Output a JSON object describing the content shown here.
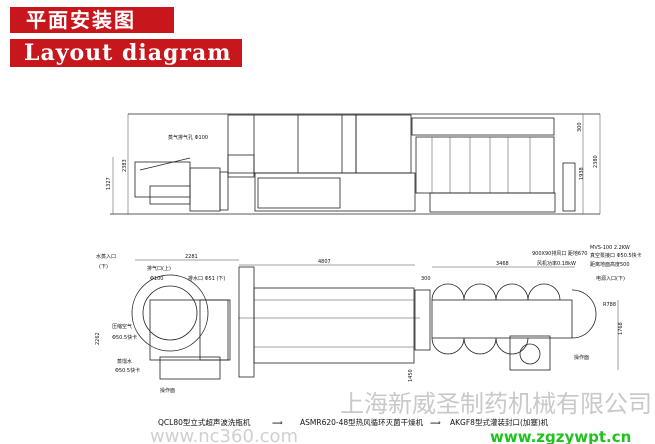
{
  "header": {
    "title_cn": "平面安装图",
    "title_en": "Layout diagram",
    "banner_color": "#c8161d"
  },
  "elevation": {
    "dims": {
      "h_total": "2383",
      "h_low": "1327",
      "top_gap": "300",
      "h_right": "2380",
      "h_panel": "1938"
    },
    "labels": {
      "steam_exhaust": "蒸气排气孔 Φ100"
    }
  },
  "plan": {
    "dims": {
      "washer_w": "2281",
      "tunnel_len": "4807",
      "filler_len": "3468",
      "gap": "300",
      "washer_depth": "2262",
      "filler_depth": "1768",
      "radius": "R788",
      "offset": "1450"
    },
    "labels": {
      "water_in": "水蒸入口",
      "water_in_dir": "(下)",
      "exhaust": "排气口(上)",
      "exhaust_size": "Φ100",
      "drain": "排水口 Φ51 (下)",
      "air": "压缩空气",
      "air_size": "Φ50.5快卡",
      "distilled": "蒸馏水",
      "distilled_size": "Φ50.5快卡",
      "fan_outlet": "900X90排风口 距地670",
      "fan_power": "风机功率0.18kW",
      "pump": "MVS-100 2.2KW",
      "vacuum": "真空泵接口 Φ50.5快卡",
      "height": "距离地面高度500",
      "power_in": "电源入口(下)",
      "op_side_right": "操作面",
      "op_side_left": "操作面"
    }
  },
  "process": {
    "machine1": "QCL80型立式超声波洗瓶机",
    "arrow1": "⟹",
    "machine2": "ASMR620-48型热风循环灭菌干燥机",
    "arrow2": "⟹",
    "machine3": "AKGF8型式灌装封口(加塞)机"
  },
  "watermarks": {
    "company": "上海新威圣制药机械有限公司",
    "site1": "www.zgzywpt.cn",
    "site2": "www.nc360.com"
  }
}
